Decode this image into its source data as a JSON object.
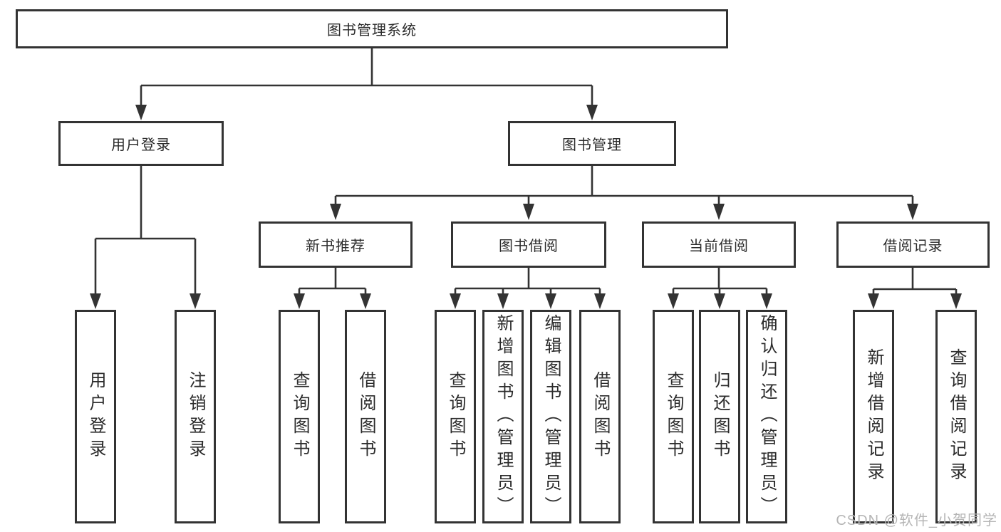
{
  "diagram": {
    "root": {
      "label": "图书管理系统"
    },
    "level2": [
      {
        "label": "用户登录"
      },
      {
        "label": "图书管理"
      }
    ],
    "level3": [
      {
        "label": "新书推荐",
        "parent": "图书管理"
      },
      {
        "label": "图书借阅",
        "parent": "图书管理"
      },
      {
        "label": "当前借阅",
        "parent": "图书管理"
      },
      {
        "label": "借阅记录",
        "parent": "图书管理"
      }
    ],
    "leaves": [
      {
        "label": "用户登录",
        "parent": "用户登录"
      },
      {
        "label": "注销登录",
        "parent": "用户登录"
      },
      {
        "label": "查询图书",
        "parent": "新书推荐"
      },
      {
        "label": "借阅图书",
        "parent": "新书推荐"
      },
      {
        "label": "查询图书",
        "parent": "图书借阅"
      },
      {
        "label": "新增图书（管理员）",
        "parent": "图书借阅"
      },
      {
        "label": "编辑图书（管理员）",
        "parent": "图书借阅"
      },
      {
        "label": "借阅图书",
        "parent": "图书借阅"
      },
      {
        "label": "查询图书",
        "parent": "当前借阅"
      },
      {
        "label": "归还图书",
        "parent": "当前借阅"
      },
      {
        "label": "确认归还（管理员）",
        "parent": "当前借阅"
      },
      {
        "label": "新增借阅记录",
        "parent": "借阅记录"
      },
      {
        "label": "查询借阅记录",
        "parent": "借阅记录"
      }
    ]
  },
  "watermark": {
    "text": "CSDN @软件_小贺同学"
  },
  "colors": {
    "line": "#333333",
    "text": "#2b2b2b",
    "background": "#ffffff",
    "watermark": "#b5b5b5"
  }
}
